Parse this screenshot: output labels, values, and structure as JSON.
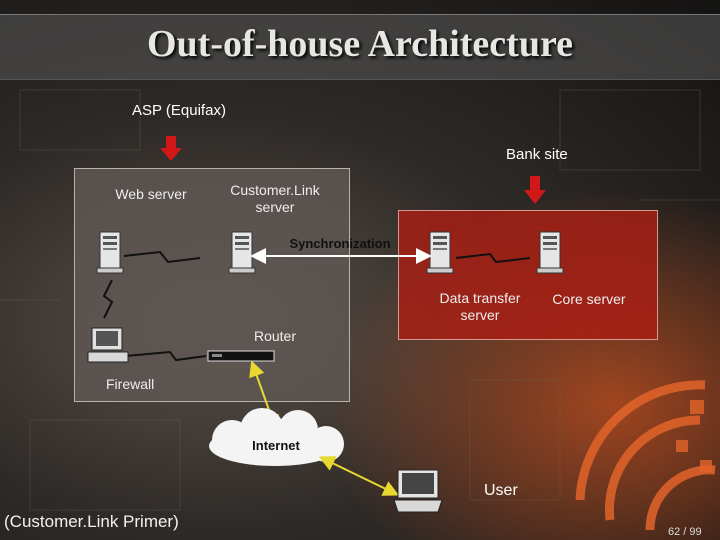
{
  "slide": {
    "title": "Out-of-house Architecture",
    "footer": "(Customer.Link Primer)",
    "page_number": "62 / 99"
  },
  "labels": {
    "asp": "ASP (Equifax)",
    "bank_site": "Bank site",
    "web_server": "Web server",
    "customerlink_server_line1": "Customer.Link",
    "customerlink_server_line2": "server",
    "synchronization": "Synchronization",
    "data_transfer_line1": "Data transfer",
    "data_transfer_line2": "server",
    "core_server": "Core server",
    "router": "Router",
    "firewall": "Firewall",
    "internet": "Internet",
    "user": "User"
  },
  "colors": {
    "arrow_red": "#d01818",
    "link_yellow": "#e8d830",
    "asp_box": "#5f5854",
    "bank_box": "#aa1e14"
  },
  "icons": [
    "server-icon",
    "workstation-icon",
    "router-icon",
    "laptop-icon",
    "lightning-link-icon",
    "down-arrow-icon",
    "cloud-icon"
  ]
}
